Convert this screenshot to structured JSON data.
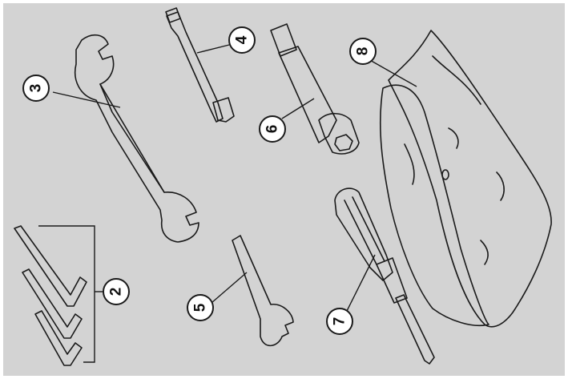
{
  "colors": {
    "background": "#d3d3d3",
    "frame": "#ffffff",
    "tool_fill": "#c4c4c4",
    "tool_fill_light": "#dedede",
    "pouch_fill": "#cfcfcf",
    "outline": "#1a1a1a",
    "callout_fill": "#ffffff"
  },
  "callouts": [
    {
      "number": "2",
      "item": "allen-keys"
    },
    {
      "number": "3",
      "item": "open-end-wrench"
    },
    {
      "number": "4",
      "item": "socket-extension"
    },
    {
      "number": "5",
      "item": "small-wrench"
    },
    {
      "number": "6",
      "item": "box-socket"
    },
    {
      "number": "7",
      "item": "screwdriver"
    },
    {
      "number": "8",
      "item": "tool-pouch"
    }
  ]
}
